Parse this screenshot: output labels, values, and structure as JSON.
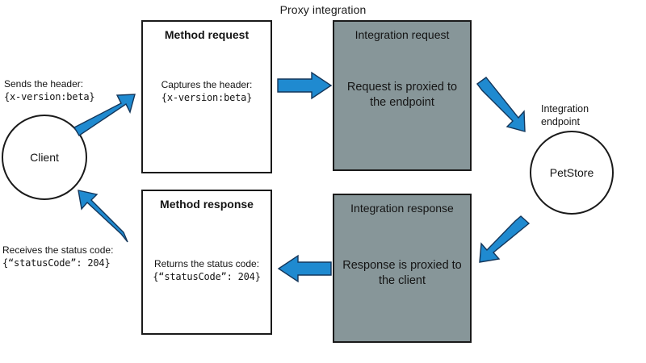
{
  "diagram": {
    "title": "Proxy integration",
    "type": "flow",
    "colors": {
      "arrow_fill": "#1f8ad0",
      "arrow_outline": "#14365a",
      "gray_box_fill": "#879699",
      "box_border": "#1a1a1a",
      "background": "#ffffff",
      "text": "#141414"
    }
  },
  "nodes": {
    "client": {
      "label": "Client",
      "shape": "circle"
    },
    "method_request": {
      "title": "Method request",
      "body_line1": "Captures the header:",
      "body_line2": "{x-version:beta}",
      "fill": "white"
    },
    "integration_request": {
      "title": "Integration request",
      "body_line1": "Request is proxied to",
      "body_line2": "the endpoint",
      "fill": "gray"
    },
    "integration_endpoint": {
      "label_line1": "Integration",
      "label_line2": "endpoint",
      "name": "PetStore",
      "shape": "circle"
    },
    "integration_response": {
      "title": "Integration response",
      "body_line1": "Response is proxied to",
      "body_line2": "the client",
      "fill": "gray"
    },
    "method_response": {
      "title": "Method response",
      "body_line1": "Returns the status code:",
      "body_line2": "{“statusCode”: 204}",
      "fill": "white"
    }
  },
  "annotations": {
    "request_note_line1": "Sends the header:",
    "request_note_line2": "{x-version:beta}",
    "response_note_line1": "Receives the status code:",
    "response_note_line2": "{“statusCode”: 204}"
  },
  "arrows": [
    {
      "name": "client-to-method-request",
      "direction": "up-right"
    },
    {
      "name": "method-request-to-integration-request",
      "direction": "right"
    },
    {
      "name": "integration-request-to-endpoint",
      "direction": "down-right"
    },
    {
      "name": "endpoint-to-integration-response",
      "direction": "down-left"
    },
    {
      "name": "integration-response-to-method-response",
      "direction": "left"
    },
    {
      "name": "method-response-to-client",
      "direction": "up-left"
    }
  ]
}
